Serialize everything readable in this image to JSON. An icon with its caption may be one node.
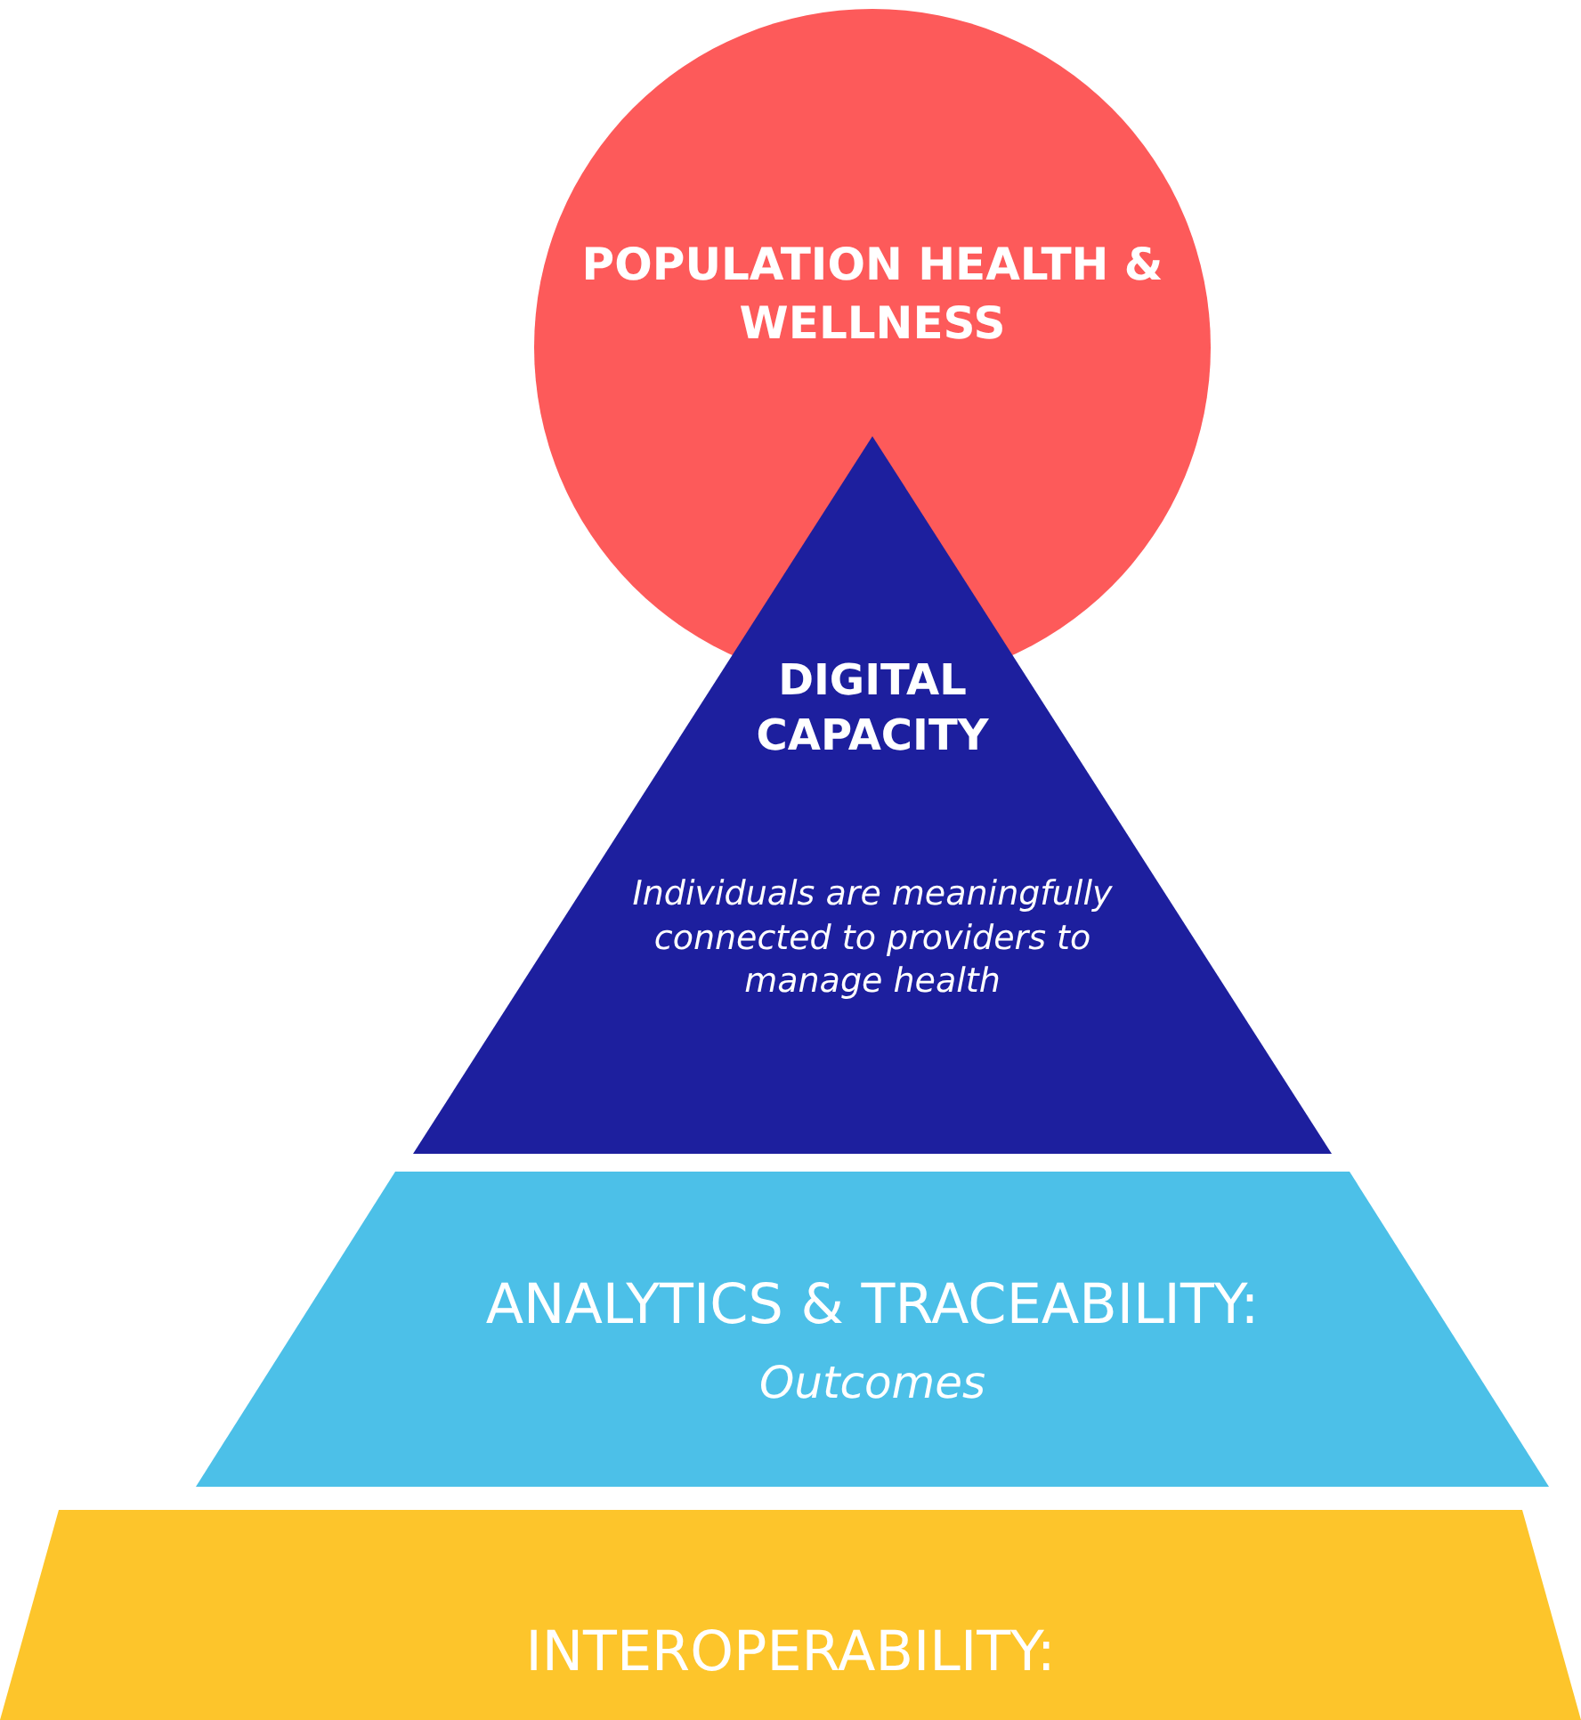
{
  "diagram": {
    "nodes": [
      {
        "text": [
          "POPULATION HEALTH & WELLNESS"
        ]
      },
      {
        "text": [
          "DIGITAL CAPACITY",
          "Individuals are meaningfully connected to providers to manage health"
        ]
      },
      {
        "text": [
          "ANALYTICS & TRACEABILITY:",
          "Outcomes"
        ]
      },
      {
        "text": [
          "INTEROPERABILITY:"
        ]
      }
    ]
  }
}
